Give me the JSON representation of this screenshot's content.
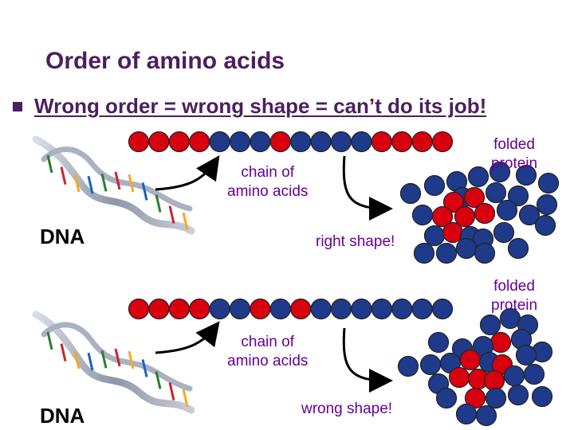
{
  "title": "Order of amino acids",
  "bullet": "Wrong order = wrong shape = can’t do its job!",
  "colors": {
    "heading": "#4b1f5f",
    "label": "#660099",
    "red_bead": "#d8000f",
    "blue_bead": "#1f3a8a",
    "dark_red_bead": "#b0101b"
  },
  "top_panel": {
    "dna_label": "DNA",
    "chain_label_line1": "chain of",
    "chain_label_line2": "amino acids",
    "folded_label_line1": "folded",
    "folded_label_line2": "protein",
    "result_label": "right shape!"
  },
  "bottom_panel": {
    "dna_label": "DNA",
    "chain_label_line1": "chain of",
    "chain_label_line2": "amino acids",
    "folded_label_line1": "folded",
    "folded_label_line2": "protein",
    "result_label": "wrong shape!"
  },
  "chains": {
    "top_sequence": [
      "R",
      "R",
      "R",
      "R",
      "B",
      "B",
      "B",
      "R",
      "B",
      "B",
      "B",
      "B",
      "R",
      "R",
      "R",
      "R"
    ],
    "bottom_sequence": [
      "R",
      "R",
      "R",
      "R",
      "B",
      "B",
      "R",
      "B",
      "R",
      "B",
      "B",
      "B",
      "B",
      "B",
      "B",
      "B"
    ]
  },
  "icons": [
    "dna-helix-icon",
    "curved-arrow-icon"
  ]
}
